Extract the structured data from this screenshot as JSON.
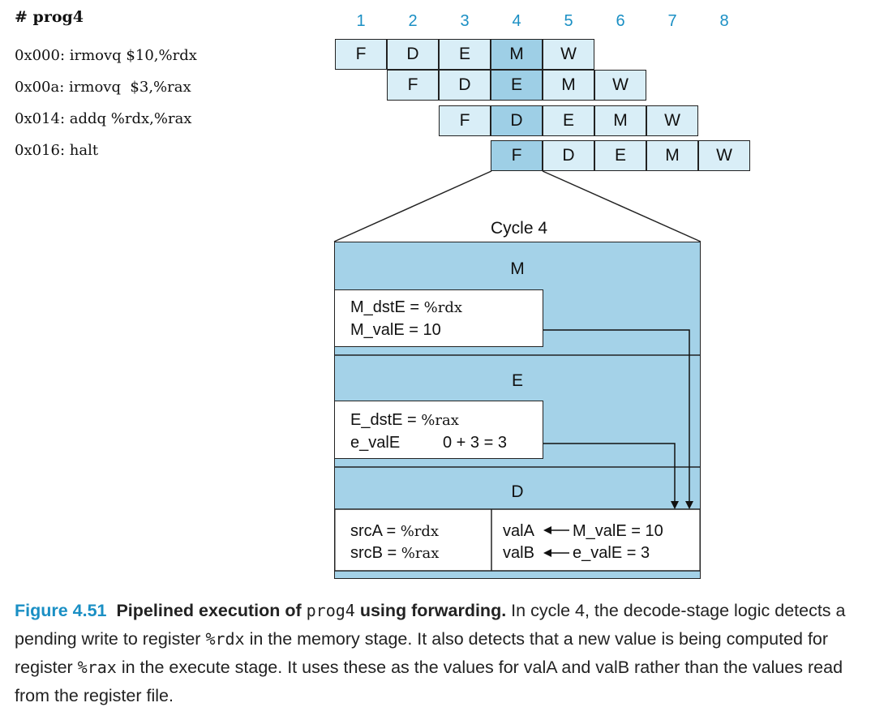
{
  "program": {
    "title": "# prog4",
    "lines": [
      "0x000: irmovq $10,%rdx",
      "0x00a: irmovq  $3,%rax",
      "0x014: addq %rdx,%rax",
      "0x016: halt"
    ]
  },
  "cycles": [
    "1",
    "2",
    "3",
    "4",
    "5",
    "6",
    "7",
    "8"
  ],
  "pipeline_rows": [
    [
      "F",
      "D",
      "E",
      "M",
      "W"
    ],
    [
      "F",
      "D",
      "E",
      "M",
      "W"
    ],
    [
      "F",
      "D",
      "E",
      "M",
      "W"
    ],
    [
      "F",
      "D",
      "E",
      "M",
      "W"
    ]
  ],
  "zoom": {
    "title": "Cycle 4",
    "stage_m": "M",
    "stage_e": "E",
    "stage_d": "D",
    "m_dste_label": "M_dstE = ",
    "m_dste_reg": "%rdx",
    "m_vale": "M_valE = 10",
    "e_dste_label": "E_dstE = ",
    "e_dste_reg": "%rax",
    "e_vale_label": "e_valE",
    "e_vale_expr": "0 + 3 = 3",
    "srca_label": "srcA = ",
    "srca_reg": "%rdx",
    "srcb_label": "srcB = ",
    "srcb_reg": "%rax",
    "vala_label": "valA",
    "vala_expr": "M_valE = 10",
    "valb_label": "valB",
    "valb_expr": "e_valE = 3"
  },
  "caption": {
    "figure": "Figure 4.51",
    "title_a": "Pipelined execution of ",
    "title_code": "prog4",
    "title_b": " using forwarding.",
    "body_1": " In cycle 4, the decode-stage logic detects a pending write to register ",
    "reg_1": "%rdx",
    "body_2": " in the memory stage. It also detects that a new value is being computed for register ",
    "reg_2": "%rax",
    "body_3": " in the execute stage. It uses these as the values for valA and valB rather than the values read from the register file."
  },
  "colors": {
    "accent": "#1a8fc4",
    "cell_light": "#d9eef7",
    "cell_highlight": "#9ecfe6",
    "zoom_fill": "#a4d2e8"
  }
}
